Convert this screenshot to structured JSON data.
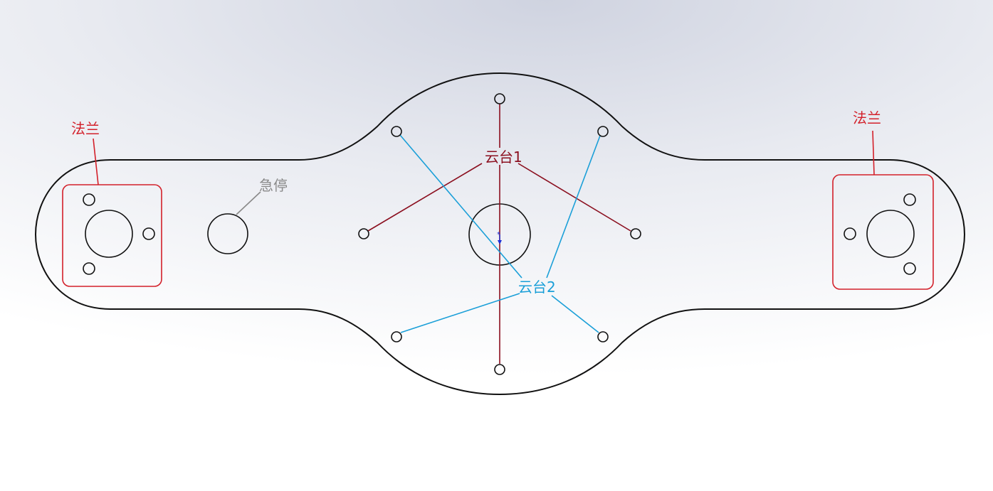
{
  "colors": {
    "outline": "#111111",
    "flange": "#d3202a",
    "gimbal1": "#8b0f1f",
    "gimbal2": "#1a9fd8",
    "estop": "#8a8a8a",
    "origin": "#1a2fd8"
  },
  "labels": {
    "flange_left": "法兰",
    "flange_right": "法兰",
    "estop": "急停",
    "gimbal1": "云台1",
    "gimbal2": "云台2"
  },
  "icons": {
    "origin": "origin-marker-icon"
  }
}
